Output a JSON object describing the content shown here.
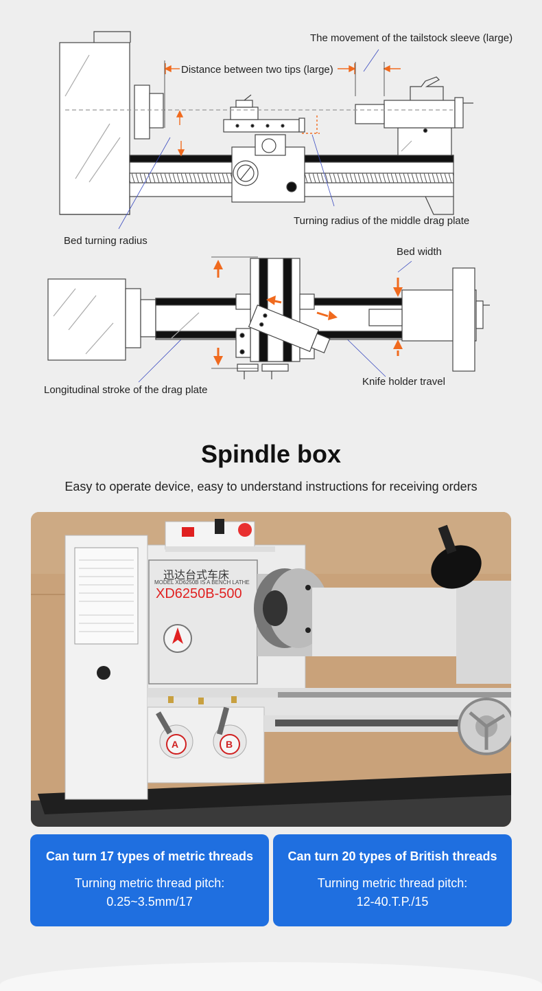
{
  "diagram": {
    "labels": {
      "tailstock_sleeve": "The movement of the tailstock sleeve (large)",
      "distance_tips": "Distance between two tips (large)",
      "middle_drag_plate": "Turning radius of the middle drag plate",
      "bed_turning_radius": "Bed turning radius",
      "bed_width": "Bed width",
      "knife_holder": "Knife holder travel",
      "longitudinal_stroke": "Longitudinal stroke of the drag plate"
    }
  },
  "section": {
    "title": "Spindle box",
    "subtitle": "Easy to operate device, easy to understand instructions for receiving orders"
  },
  "photo": {
    "plate_chinese": "迅达台式车床",
    "plate_model_line": "MODEL XD6250B IS A BENCH LATHE",
    "plate_model": "XD6250B-500",
    "lever_a": "A",
    "lever_b": "B"
  },
  "cards": [
    {
      "title": "Can turn 17 types of metric threads",
      "line1": "Turning metric thread pitch:",
      "line2": "0.25~3.5mm/17"
    },
    {
      "title": "Can turn 20 types of British threads",
      "line1": "Turning metric thread pitch:",
      "line2": "12-40.T.P./15"
    }
  ],
  "colors": {
    "card_bg": "#1f6fe0",
    "arrow": "#f06a1e",
    "page_bg": "#eeeeee"
  }
}
